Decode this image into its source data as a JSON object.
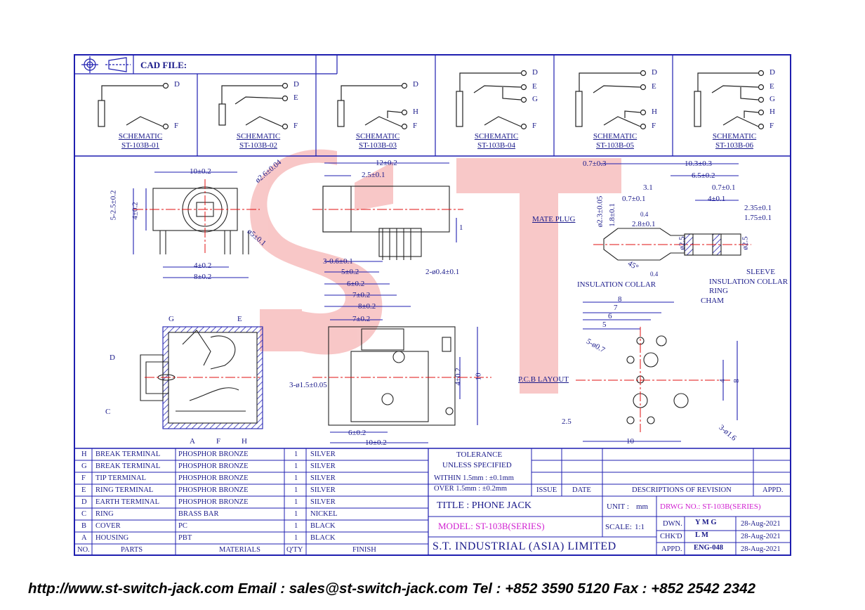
{
  "header": {
    "cad_file_label": "CAD FILE:"
  },
  "schematics": [
    {
      "title": "SCHEMATIC",
      "model": "ST-103B-01",
      "pins": [
        "D",
        "F"
      ]
    },
    {
      "title": "SCHEMATIC",
      "model": "ST-103B-02",
      "pins": [
        "D",
        "E",
        "F"
      ]
    },
    {
      "title": "SCHEMATIC",
      "model": "ST-103B-03",
      "pins": [
        "D",
        "H",
        "F"
      ]
    },
    {
      "title": "SCHEMATIC",
      "model": "ST-103B-04",
      "pins": [
        "D",
        "E",
        "G",
        "F"
      ]
    },
    {
      "title": "SCHEMATIC",
      "model": "ST-103B-05",
      "pins": [
        "D",
        "E",
        "H",
        "F"
      ]
    },
    {
      "title": "SCHEMATIC",
      "model": "ST-103B-06",
      "pins": [
        "D",
        "E",
        "G",
        "H",
        "F"
      ]
    }
  ],
  "front_view": {
    "dims": [
      "10±0.2",
      "ø2.6±0.04",
      "5-2.5±0.2",
      "4±0.2",
      "ø5±0.1",
      "4±0.2",
      "8±0.2"
    ]
  },
  "side_view": {
    "dims": [
      "12±0.2",
      "2.5±0.1",
      "1",
      "3-0.6±0.1",
      "5±0.2",
      "2-ø0.4±0.1",
      "6±0.2",
      "7±0.2",
      "8±0.2"
    ]
  },
  "bottom_view": {
    "dims": [
      "7±0.2",
      "3-ø1.5±0.05",
      "4±0.2",
      "10",
      "6±0.2",
      "10±0.2"
    ]
  },
  "mate_plug": {
    "label": "MATE PLUG",
    "dims": [
      "0.7±0.3",
      "10.3±0.3",
      "6.5±0.2",
      "3.1",
      "0.7±0.1",
      "0.7±0.1",
      "4±0.1",
      "ø2.3±0.05",
      "1.8±0.1",
      "0.4",
      "2.8±0.1",
      "2.35±0.1",
      "1.75±0.1",
      "ø2.5",
      "ø2.5",
      "45°",
      "0.4"
    ],
    "callouts": [
      "INSULATION COLLAR",
      "RING",
      "CHAM",
      "INSULATION COLLAR",
      "SLEEVE"
    ]
  },
  "pcb_layout": {
    "label": "P.C.B LAYOUT",
    "dims": [
      "8",
      "7",
      "6",
      "5",
      "5-ø0.7",
      "4",
      "8",
      "2.5",
      "10",
      "3-ø1.6"
    ]
  },
  "section_view": {
    "letters": [
      "G",
      "E",
      "D",
      "C",
      "A",
      "F",
      "H"
    ]
  },
  "watermark": "ST",
  "parts": {
    "headers": [
      "NO.",
      "PARTS",
      "MATERIALS",
      "Q'TY",
      "FINISH"
    ],
    "rows": [
      {
        "no": "H",
        "part": "BREAK TERMINAL",
        "material": "PHOSPHOR BRONZE",
        "qty": "1",
        "finish": "SILVER"
      },
      {
        "no": "G",
        "part": "BREAK TERMINAL",
        "material": "PHOSPHOR BRONZE",
        "qty": "1",
        "finish": "SILVER"
      },
      {
        "no": "F",
        "part": "TIP TERMINAL",
        "material": "PHOSPHOR BRONZE",
        "qty": "1",
        "finish": "SILVER"
      },
      {
        "no": "E",
        "part": "RING TERMINAL",
        "material": "PHOSPHOR BRONZE",
        "qty": "1",
        "finish": "SILVER"
      },
      {
        "no": "D",
        "part": "EARTH TERMINAL",
        "material": "PHOSPHOR BRONZE",
        "qty": "1",
        "finish": "SILVER"
      },
      {
        "no": "C",
        "part": "RING",
        "material": "BRASS BAR",
        "qty": "1",
        "finish": "NICKEL"
      },
      {
        "no": "B",
        "part": "COVER",
        "material": "PC",
        "qty": "1",
        "finish": "BLACK"
      },
      {
        "no": "A",
        "part": "HOUSING",
        "material": "PBT",
        "qty": "1",
        "finish": "BLACK"
      }
    ]
  },
  "tolerance": {
    "title": "TOLERANCE",
    "subtitle": "UNLESS   SPECIFIED",
    "line1": "WITHIN  1.5mm : ±0.1mm",
    "line2": "OVER    1.5mm : ±0.2mm"
  },
  "revision": {
    "headers": [
      "ISSUE",
      "DATE",
      "DESCRIPTIONS  OF  REVISION",
      "APPD."
    ]
  },
  "title_block": {
    "title": "TITLE : PHONE JACK",
    "unit_label": "UNIT :",
    "unit_value": "mm",
    "drwg_no": "DRWG NO.: ST-103B(SERIES)",
    "model": "MODEL: ST-103B(SERIES)",
    "scale_label": "SCALE:",
    "scale_value": "1:1",
    "company": "S.T.  INDUSTRIAL  (ASIA)  LIMITED",
    "signoff": [
      {
        "role": "DWN.",
        "name": "Y M G",
        "date": "28-Aug-2021"
      },
      {
        "role": "CHK'D",
        "name": "L M",
        "date": "28-Aug-2021"
      },
      {
        "role": "APPD.",
        "name": "ENG-048",
        "date": "28-Aug-2021"
      }
    ]
  },
  "footer": {
    "text": "http://www.st-switch-jack.com  Email : sales@st-switch-jack.com  Tel : +852 3590 5120  Fax : +852 2542 2342"
  },
  "colors": {
    "frame": "#1f1fb0",
    "centerline": "#e01010",
    "watermark": "#f5b5b5",
    "highlight": "#d01fd0"
  }
}
